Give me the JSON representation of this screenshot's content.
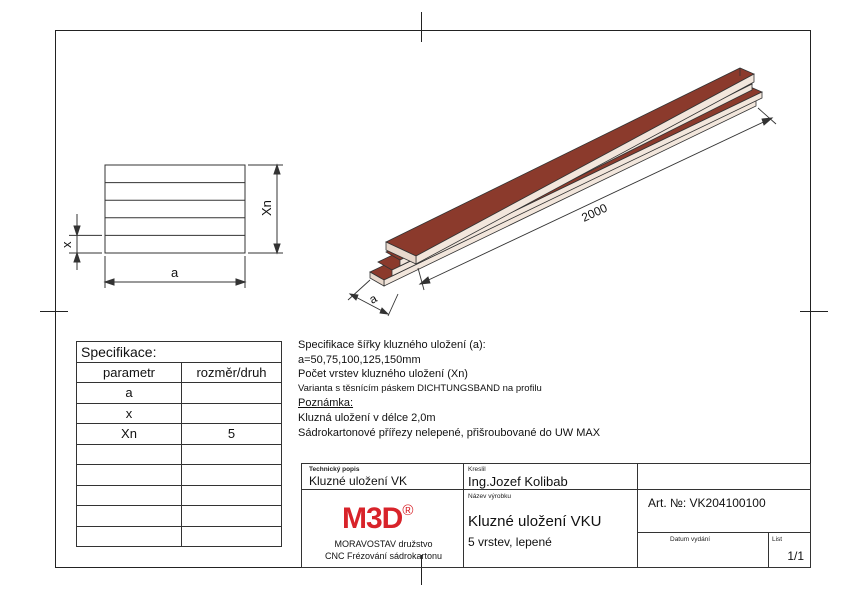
{
  "section_view": {
    "x_label": "Xn",
    "width_label": "a",
    "layer_label": "x"
  },
  "model_view": {
    "length_label": "2000",
    "width_label": "a"
  },
  "spec_table": {
    "title": "Specifikace:",
    "col1": "parametr",
    "col2": "rozměr/druh",
    "rows": [
      {
        "param": "a",
        "value": ""
      },
      {
        "param": "x",
        "value": ""
      },
      {
        "param": "Xn",
        "value": "5"
      },
      {
        "param": "",
        "value": ""
      },
      {
        "param": "",
        "value": ""
      },
      {
        "param": "",
        "value": ""
      },
      {
        "param": "",
        "value": ""
      },
      {
        "param": "",
        "value": ""
      }
    ]
  },
  "notes": {
    "line1": "Specifikace šířky kluzného uložení (a):",
    "line2": "a=50,75,100,125,150mm",
    "line3": "Počet vrstev kluzného uložení (Xn)",
    "line4": "Varianta s těsnícím páskem DICHTUNGSBAND na profilu",
    "heading": "Poznámka:",
    "line5": "Kluzná uložení v délce 2,0m",
    "line6": "Sádrokartonové přířezy nelepené, přišroubované do UW MAX"
  },
  "title_block": {
    "tech_label": "Technický popis",
    "tech_value": "Kluzné uložení VK",
    "drawn_label": "Kreslil",
    "drawn_value": "Ing.Jozef Kolibab",
    "product_label": "Název výrobku",
    "product_name": "Kluzné uložení VKU",
    "product_sub": "5 vrstev, lepené",
    "art_no": "Art. №: VK204100100",
    "issue_label": "Datum vydání",
    "sheet_label": "List",
    "sheet_value": "1/1",
    "logo_text": "M3D",
    "logo_reg": "®",
    "company_line1": "MORAVOSTAV družstvo",
    "company_line2": "CNC Frézování sádrokartonu"
  },
  "colors": {
    "board_top": "#8b3a2c",
    "board_side": "#f2e6dc",
    "logo_red": "#d8232a"
  }
}
